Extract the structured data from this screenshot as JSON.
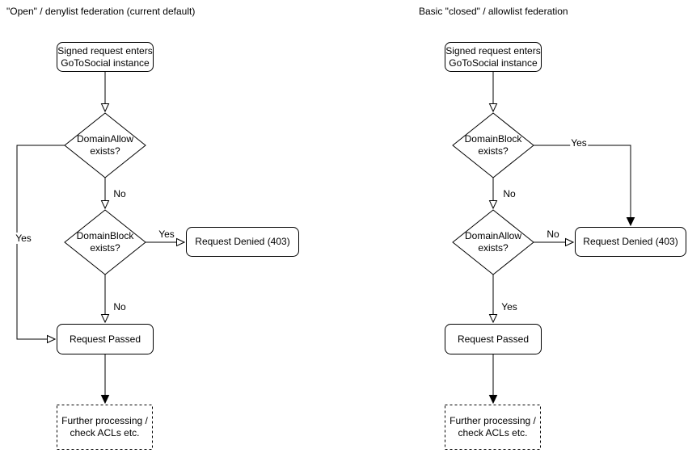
{
  "colors": {
    "background": "#ffffff",
    "stroke": "#000000",
    "node_fill": "#ffffff",
    "text": "#000000"
  },
  "left": {
    "title": "\"Open\" / denylist federation (current default)",
    "nodes": {
      "start": {
        "lines": [
          "Signed request enters",
          "GoToSocial instance"
        ]
      },
      "domain_allow": {
        "lines": [
          "DomainAllow",
          "exists?"
        ]
      },
      "domain_block": {
        "lines": [
          "DomainBlock",
          "exists?"
        ]
      },
      "denied": {
        "lines": [
          "Request Denied (403)"
        ]
      },
      "passed": {
        "lines": [
          "Request Passed"
        ]
      },
      "further": {
        "lines": [
          "Further processing /",
          "check ACLs etc."
        ]
      }
    },
    "edge_labels": {
      "allow_no": "No",
      "allow_yes": "Yes",
      "block_yes": "Yes",
      "block_no": "No"
    }
  },
  "right": {
    "title": "Basic \"closed\" / allowlist federation",
    "nodes": {
      "start": {
        "lines": [
          "Signed request enters",
          "GoToSocial instance"
        ]
      },
      "domain_block": {
        "lines": [
          "DomainBlock",
          "exists?"
        ]
      },
      "domain_allow": {
        "lines": [
          "DomainAllow",
          "exists?"
        ]
      },
      "denied": {
        "lines": [
          "Request Denied (403)"
        ]
      },
      "passed": {
        "lines": [
          "Request Passed"
        ]
      },
      "further": {
        "lines": [
          "Further processing /",
          "check ACLs etc."
        ]
      }
    },
    "edge_labels": {
      "block_no": "No",
      "block_yes": "Yes",
      "allow_no": "No",
      "allow_yes": "Yes"
    }
  }
}
